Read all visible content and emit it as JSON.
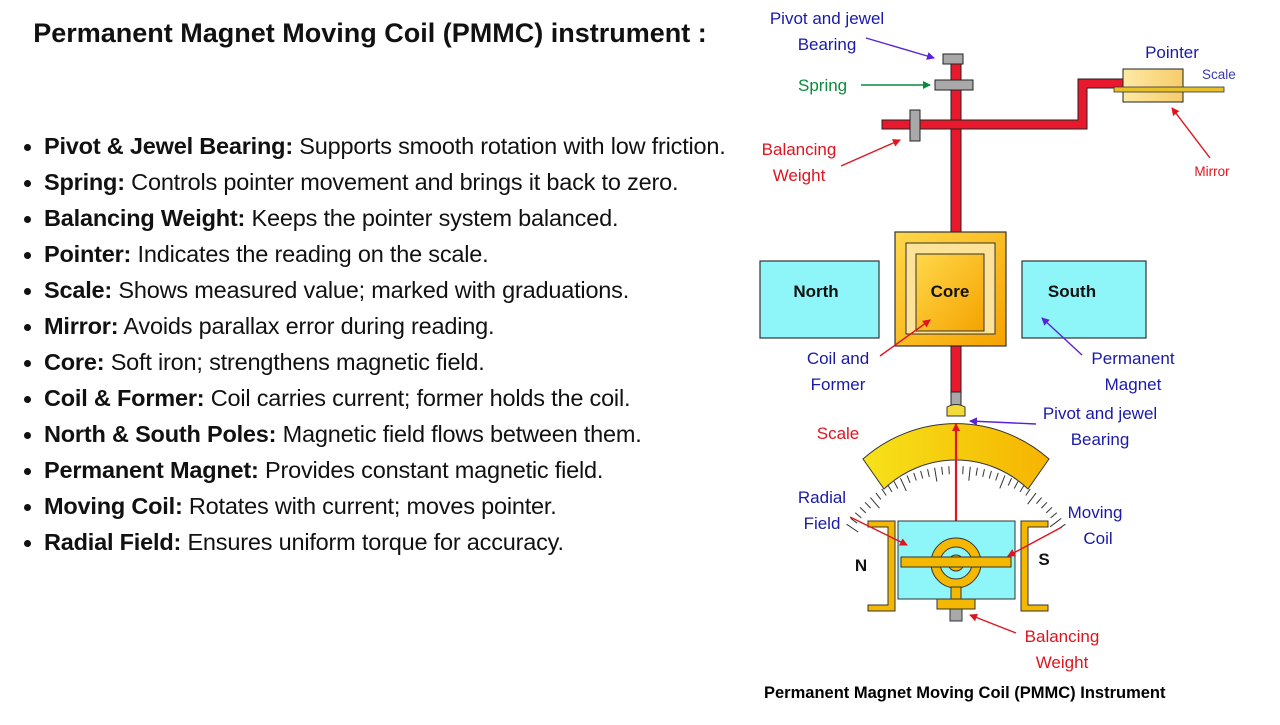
{
  "title": "Permanent Magnet Moving Coil (PMMC) instrument :",
  "points": [
    {
      "term": "Pivot & Jewel Bearing:",
      "desc": " Supports smooth rotation with low friction."
    },
    {
      "term": "Spring:",
      "desc": " Controls pointer movement and brings it back to zero."
    },
    {
      "term": "Balancing Weight:",
      "desc": " Keeps the pointer system balanced."
    },
    {
      "term": "Pointer:",
      "desc": " Indicates the reading on the scale."
    },
    {
      "term": "Scale:",
      "desc": " Shows measured value; marked with graduations."
    },
    {
      "term": "Mirror:",
      "desc": " Avoids parallax error during reading."
    },
    {
      "term": "Core:",
      "desc": " Soft iron; strengthens magnetic field."
    },
    {
      "term": "Coil & Former:",
      "desc": " Coil carries current; former holds the coil."
    },
    {
      "term": "North & South Poles:",
      "desc": " Magnetic field flows between them."
    },
    {
      "term": "Permanent Magnet:",
      "desc": " Provides constant magnetic field."
    },
    {
      "term": "Moving Coil:",
      "desc": " Rotates with current; moves pointer."
    },
    {
      "term": "Radial Field:",
      "desc": " Ensures uniform torque for accuracy."
    }
  ],
  "diagram": {
    "labels": {
      "pivot_top_1": "Pivot and jewel",
      "pivot_top_2": "Bearing",
      "spring": "Spring",
      "balancing_top_1": "Balancing",
      "balancing_top_2": "Weight",
      "pointer": "Pointer",
      "scale_small": "Scale",
      "mirror": "Mirror",
      "north": "North",
      "core": "Core",
      "south": "South",
      "coil_former_1": "Coil and",
      "coil_former_2": "Former",
      "perm_magnet_1": "Permanent",
      "perm_magnet_2": "Magnet",
      "pivot_bottom_1": "Pivot and jewel",
      "pivot_bottom_2": "Bearing",
      "scale": "Scale",
      "radial_1": "Radial",
      "radial_2": "Field",
      "moving_coil_1": "Moving",
      "moving_coil_2": "Coil",
      "n": "N",
      "s": "S",
      "balancing_bottom_1": "Balancing",
      "balancing_bottom_2": "Weight"
    },
    "colors": {
      "blue_label": "#1a1aa8",
      "red_label": "#e0141e",
      "green_label": "#0c8a3c",
      "shaft": "#e8192c",
      "magnet": "#8ef6f8",
      "gold": "#f5b800",
      "grey": "#a9a9a9"
    },
    "caption": "Permanent Magnet Moving Coil (PMMC) Instrument"
  }
}
